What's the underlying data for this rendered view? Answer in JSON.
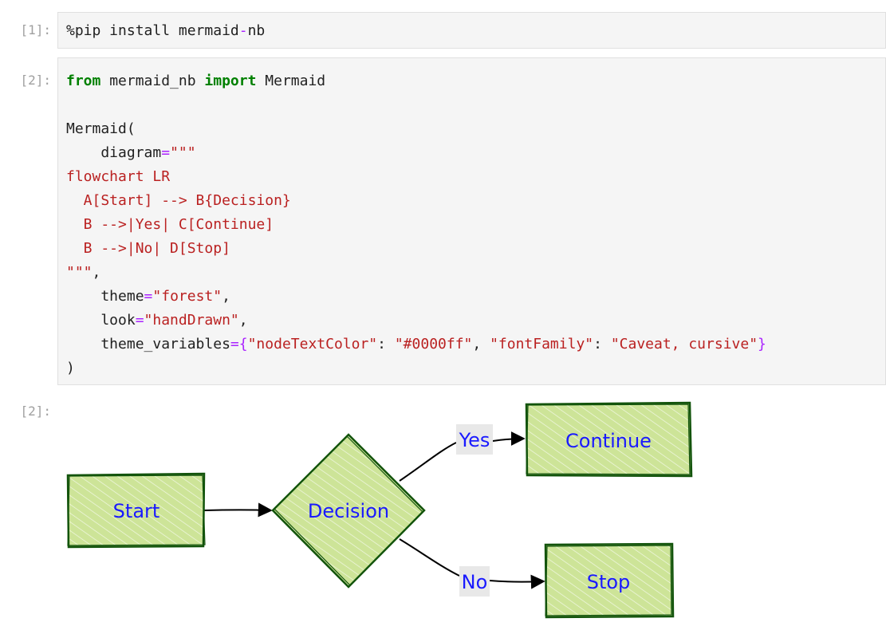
{
  "cells": [
    {
      "prompt": "[1]:",
      "lines": [
        [
          {
            "t": "%pip install mermaid",
            "c": "plain"
          },
          {
            "t": "-",
            "c": "op"
          },
          {
            "t": "nb",
            "c": "plain"
          }
        ]
      ]
    },
    {
      "prompt": "[2]:",
      "lines": [
        [
          {
            "t": "from",
            "c": "kw"
          },
          {
            "t": " mermaid_nb ",
            "c": "plain"
          },
          {
            "t": "import",
            "c": "kw"
          },
          {
            "t": " Mermaid",
            "c": "plain"
          }
        ],
        [],
        [
          {
            "t": "Mermaid(",
            "c": "plain"
          }
        ],
        [
          {
            "t": "    diagram",
            "c": "plain"
          },
          {
            "t": "=",
            "c": "op"
          },
          {
            "t": "\"\"\"",
            "c": "st"
          }
        ],
        [
          {
            "t": "flowchart LR",
            "c": "st"
          }
        ],
        [
          {
            "t": "  A[Start] --> B{Decision}",
            "c": "st"
          }
        ],
        [
          {
            "t": "  B -->|Yes| C[Continue]",
            "c": "st"
          }
        ],
        [
          {
            "t": "  B -->|No| D[Stop]",
            "c": "st"
          }
        ],
        [
          {
            "t": "\"\"\"",
            "c": "st"
          },
          {
            "t": ",",
            "c": "plain"
          }
        ],
        [
          {
            "t": "    theme",
            "c": "plain"
          },
          {
            "t": "=",
            "c": "op"
          },
          {
            "t": "\"forest\"",
            "c": "st"
          },
          {
            "t": ",",
            "c": "plain"
          }
        ],
        [
          {
            "t": "    look",
            "c": "plain"
          },
          {
            "t": "=",
            "c": "op"
          },
          {
            "t": "\"handDrawn\"",
            "c": "st"
          },
          {
            "t": ",",
            "c": "plain"
          }
        ],
        [
          {
            "t": "    theme_variables",
            "c": "plain"
          },
          {
            "t": "=",
            "c": "op"
          },
          {
            "t": "{",
            "c": "op"
          },
          {
            "t": "\"nodeTextColor\"",
            "c": "st"
          },
          {
            "t": ": ",
            "c": "plain"
          },
          {
            "t": "\"#0000ff\"",
            "c": "st"
          },
          {
            "t": ", ",
            "c": "plain"
          },
          {
            "t": "\"fontFamily\"",
            "c": "st"
          },
          {
            "t": ": ",
            "c": "plain"
          },
          {
            "t": "\"Caveat, cursive\"",
            "c": "st"
          },
          {
            "t": "}",
            "c": "op"
          }
        ],
        [
          {
            "t": ")",
            "c": "plain"
          }
        ]
      ]
    }
  ],
  "output": {
    "prompt": "[2]:",
    "diagram": {
      "nodes": {
        "start": "Start",
        "decision": "Decision",
        "continue": "Continue",
        "stop": "Stop"
      },
      "edge_labels": {
        "yes": "Yes",
        "no": "No"
      }
    }
  },
  "colors": {
    "node_fill": "#cde498",
    "node_stroke": "#13540c",
    "node_text": "#0000ff",
    "hatch": "#ffffff",
    "edge": "#000000",
    "edge_label_bg": "#e8e8e8",
    "prompt": "#a0a0a0",
    "cell_bg": "#f5f5f5",
    "keyword": "#008000",
    "string": "#ba2121",
    "operator": "#aa22ff"
  }
}
